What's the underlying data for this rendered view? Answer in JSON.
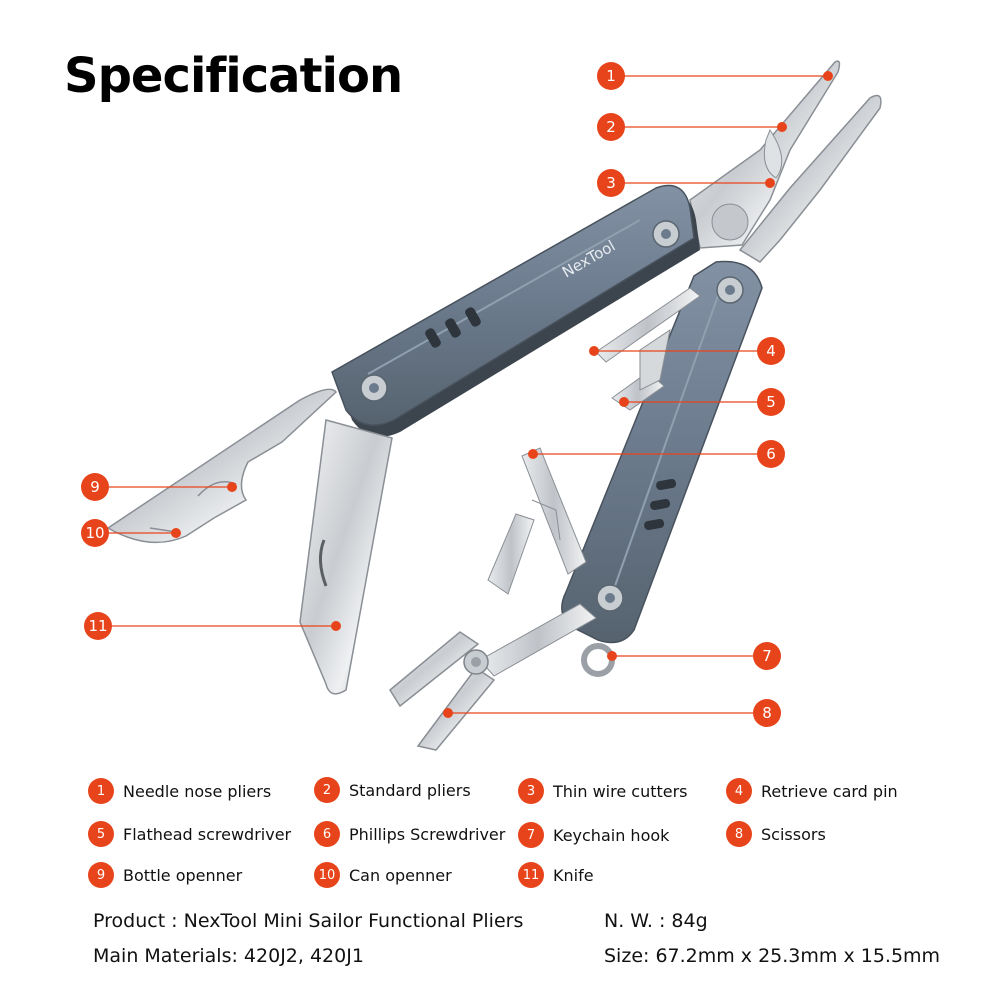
{
  "title": "Specification",
  "brand_engraving": "NexTool",
  "accent_color": "#e8441b",
  "handle_color": "#6b7a8c",
  "callouts": [
    "1",
    "2",
    "3",
    "4",
    "5",
    "6",
    "7",
    "8",
    "9",
    "10",
    "11"
  ],
  "legend": [
    {
      "num": "1",
      "label": "Needle nose pliers"
    },
    {
      "num": "2",
      "label": "Standard pliers"
    },
    {
      "num": "3",
      "label": "Thin wire cutters"
    },
    {
      "num": "4",
      "label": "Retrieve card pin"
    },
    {
      "num": "5",
      "label": "Flathead screwdriver"
    },
    {
      "num": "6",
      "label": "Phillips Screwdriver"
    },
    {
      "num": "7",
      "label": "Keychain hook"
    },
    {
      "num": "8",
      "label": "Scissors"
    },
    {
      "num": "9",
      "label": "Bottle openner"
    },
    {
      "num": "10",
      "label": "Can openner"
    },
    {
      "num": "11",
      "label": "Knife"
    }
  ],
  "product": {
    "product_line": "Product : NexTool Mini Sailor Functional Pliers",
    "weight": "N. W. : 84g",
    "materials": "Main Materials: 420J2, 420J1",
    "size": "Size: 67.2mm x 25.3mm x 15.5mm"
  }
}
